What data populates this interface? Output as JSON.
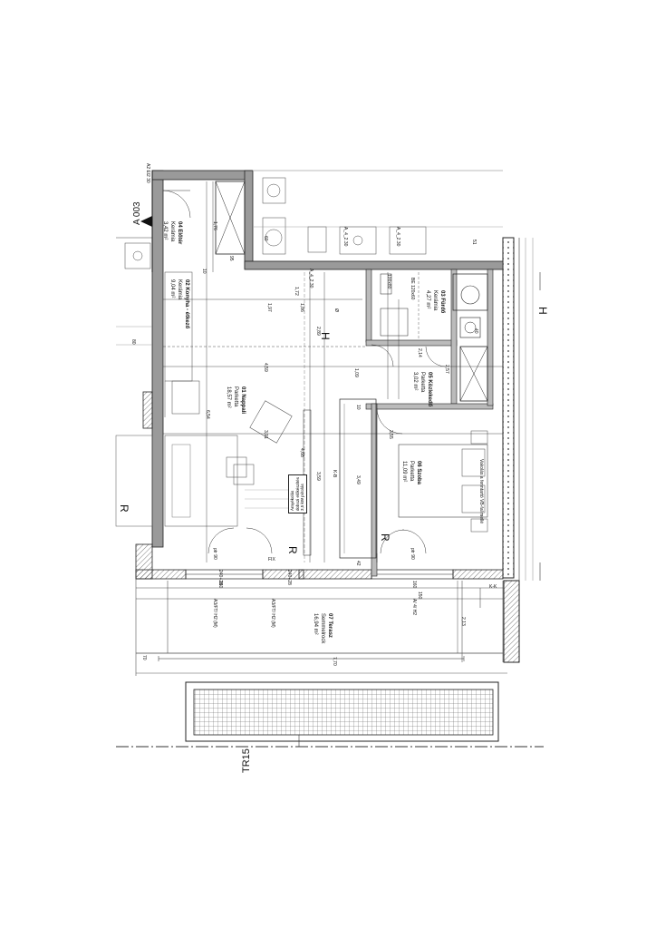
{
  "sheet": {
    "ref": "A 003",
    "ref_top": "A2 El2 30",
    "axis": "TR15"
  },
  "rooms": [
    {
      "id": "eloter",
      "name": "04 Előtér",
      "floor": "Kerámia",
      "area": "3,42 m²"
    },
    {
      "id": "konyha",
      "name": "02 Konyha - étkező",
      "floor": "Kerámia",
      "area": "9,04 m²"
    },
    {
      "id": "nappali",
      "name": "01 Nappali",
      "floor": "Parketta",
      "area": "18,57 m²"
    },
    {
      "id": "furdo",
      "name": "03 Fürdő",
      "floor": "Kerámia",
      "area": "4,27 m²"
    },
    {
      "id": "kozlekedo",
      "name": "05 Közlekedő",
      "floor": "Parketta",
      "area": "3,02 m²"
    },
    {
      "id": "szoba",
      "name": "06 Szoba",
      "floor": "Parketta",
      "area": "11,09 m²"
    },
    {
      "id": "terasz",
      "name": "07 Terasz",
      "floor": "Semmelrock",
      "area": "16,94 m²"
    }
  ],
  "dimensions": {
    "d176": "1,76",
    "d197": "1,97",
    "d186": "1,86",
    "d289": "2,89",
    "d459": "4,59",
    "d654": "6,54",
    "d391": "3,91",
    "d468": "4,68",
    "d355": "3,55",
    "d349": "3,49",
    "d359": "3,59",
    "d257": "2,57",
    "d214": "2,14",
    "d213": "2,13",
    "d770": "7,70",
    "d109": "1,09",
    "d172": "1,72",
    "d10a": "10",
    "d10b": "10",
    "d42": "42",
    "d60": "60",
    "d95": "95",
    "d80": "80",
    "d51": "51",
    "d40": "40",
    "d160a": "160",
    "d160b": "160",
    "d150": "150",
    "d240a": "240+28",
    "d240b": "240+28",
    "d70": "70"
  },
  "tags": {
    "kb": "K-B",
    "kk": "K-K",
    "fix": "FIX",
    "ptr90a": "ptr 90",
    "ptr90b": "ptr 90",
    "r1": "R",
    "r2": "R",
    "r3": "R",
    "h1": "H",
    "h2": "H",
    "door1": "A3/FT/ H2 (M)",
    "door2": "A3/FT/ H2 (M)",
    "door3": "A/ 4/ H2",
    "be": "BE 120x60",
    "wall_a1": "A_4_2.30",
    "wall_a2": "A_4_2.30",
    "wall_a3": "A_4_2.30",
    "shower": "100x80",
    "d_0": "Ø",
    "vakolat_note": "Vakolás a fenntartó VB-fal mellé"
  },
  "note": {
    "line1": "Árnyékolás",
    "line2": "dobozi előkészítés",
    "line3": "3,5 kW pótolás"
  }
}
